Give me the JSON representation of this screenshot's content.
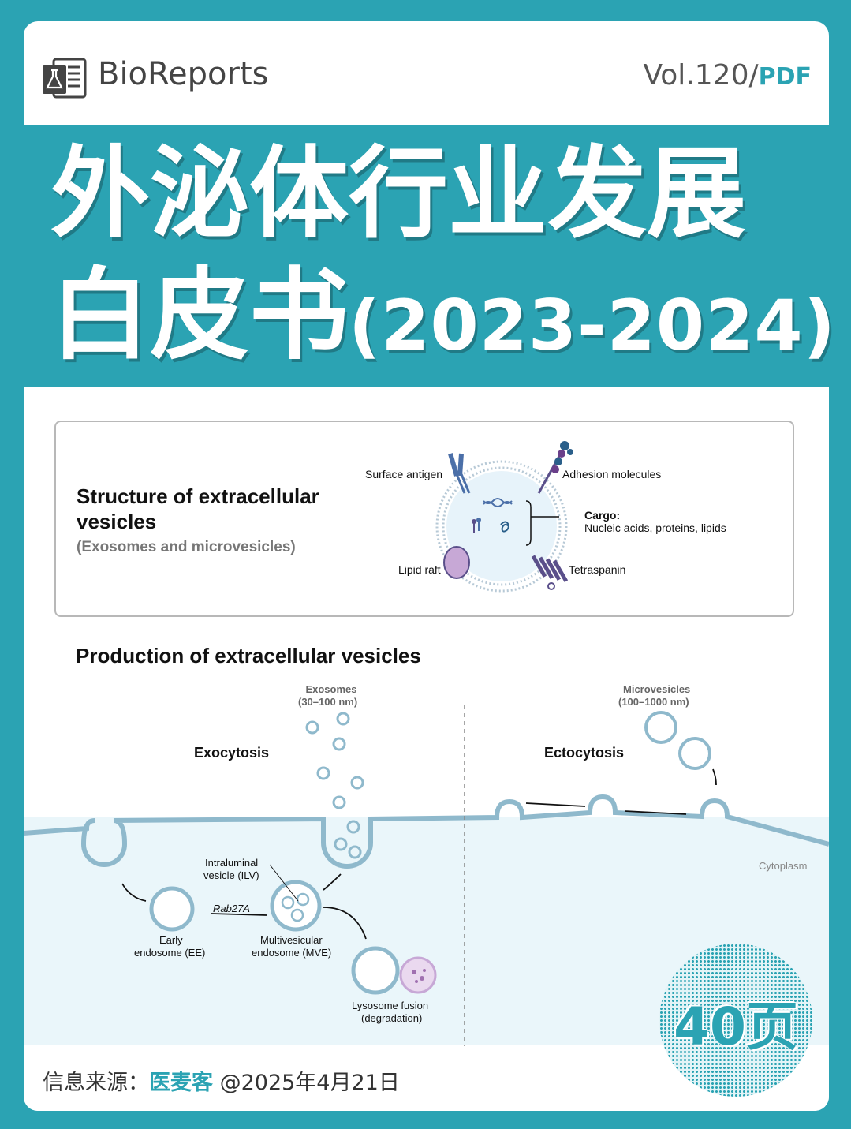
{
  "header": {
    "logo_text": "BioReports",
    "vol_label": "Vol.120/",
    "pdf_label": "PDF"
  },
  "title": {
    "line1": "外泌体行业发展",
    "line2_cn": "白皮书",
    "line2_years": "(2023-2024)"
  },
  "structure": {
    "heading": "Structure of extracellular vesicles",
    "subheading": "(Exosomes and microvesicles)",
    "labels": {
      "surface_antigen": "Surface antigen",
      "adhesion_molecules": "Adhesion molecules",
      "cargo_title": "Cargo:",
      "cargo_desc": "Nucleic acids, proteins, lipids",
      "lipid_raft": "Lipid raft",
      "tetraspanin": "Tetraspanin"
    }
  },
  "production": {
    "heading": "Production of extracellular vesicles",
    "exocytosis": "Exocytosis",
    "ectocytosis": "Ectocytosis",
    "exosomes_label": "Exosomes",
    "exosomes_size": "(30–100 nm)",
    "microvesicles_label": "Microvesicles",
    "microvesicles_size": "(100–1000 nm)",
    "cytoplasm": "Cytoplasm",
    "ilv_line1": "Intraluminal",
    "ilv_line2": "vesicle (ILV)",
    "rab": "Rab27A",
    "ee_line1": "Early",
    "ee_line2": "endosome (EE)",
    "mve_line1": "Multivesicular",
    "mve_line2": "endosome (MVE)",
    "lyso_line1": "Lysosome fusion",
    "lyso_line2": "(degradation)"
  },
  "footer": {
    "source_label": "信息来源：",
    "source_brand": "医麦客",
    "source_date": "@2025年4月21日",
    "pages": "40页"
  },
  "colors": {
    "accent": "#2ba3b3",
    "cytoplasm": "#eaf6fa",
    "membrane": "#8fb9cc"
  }
}
